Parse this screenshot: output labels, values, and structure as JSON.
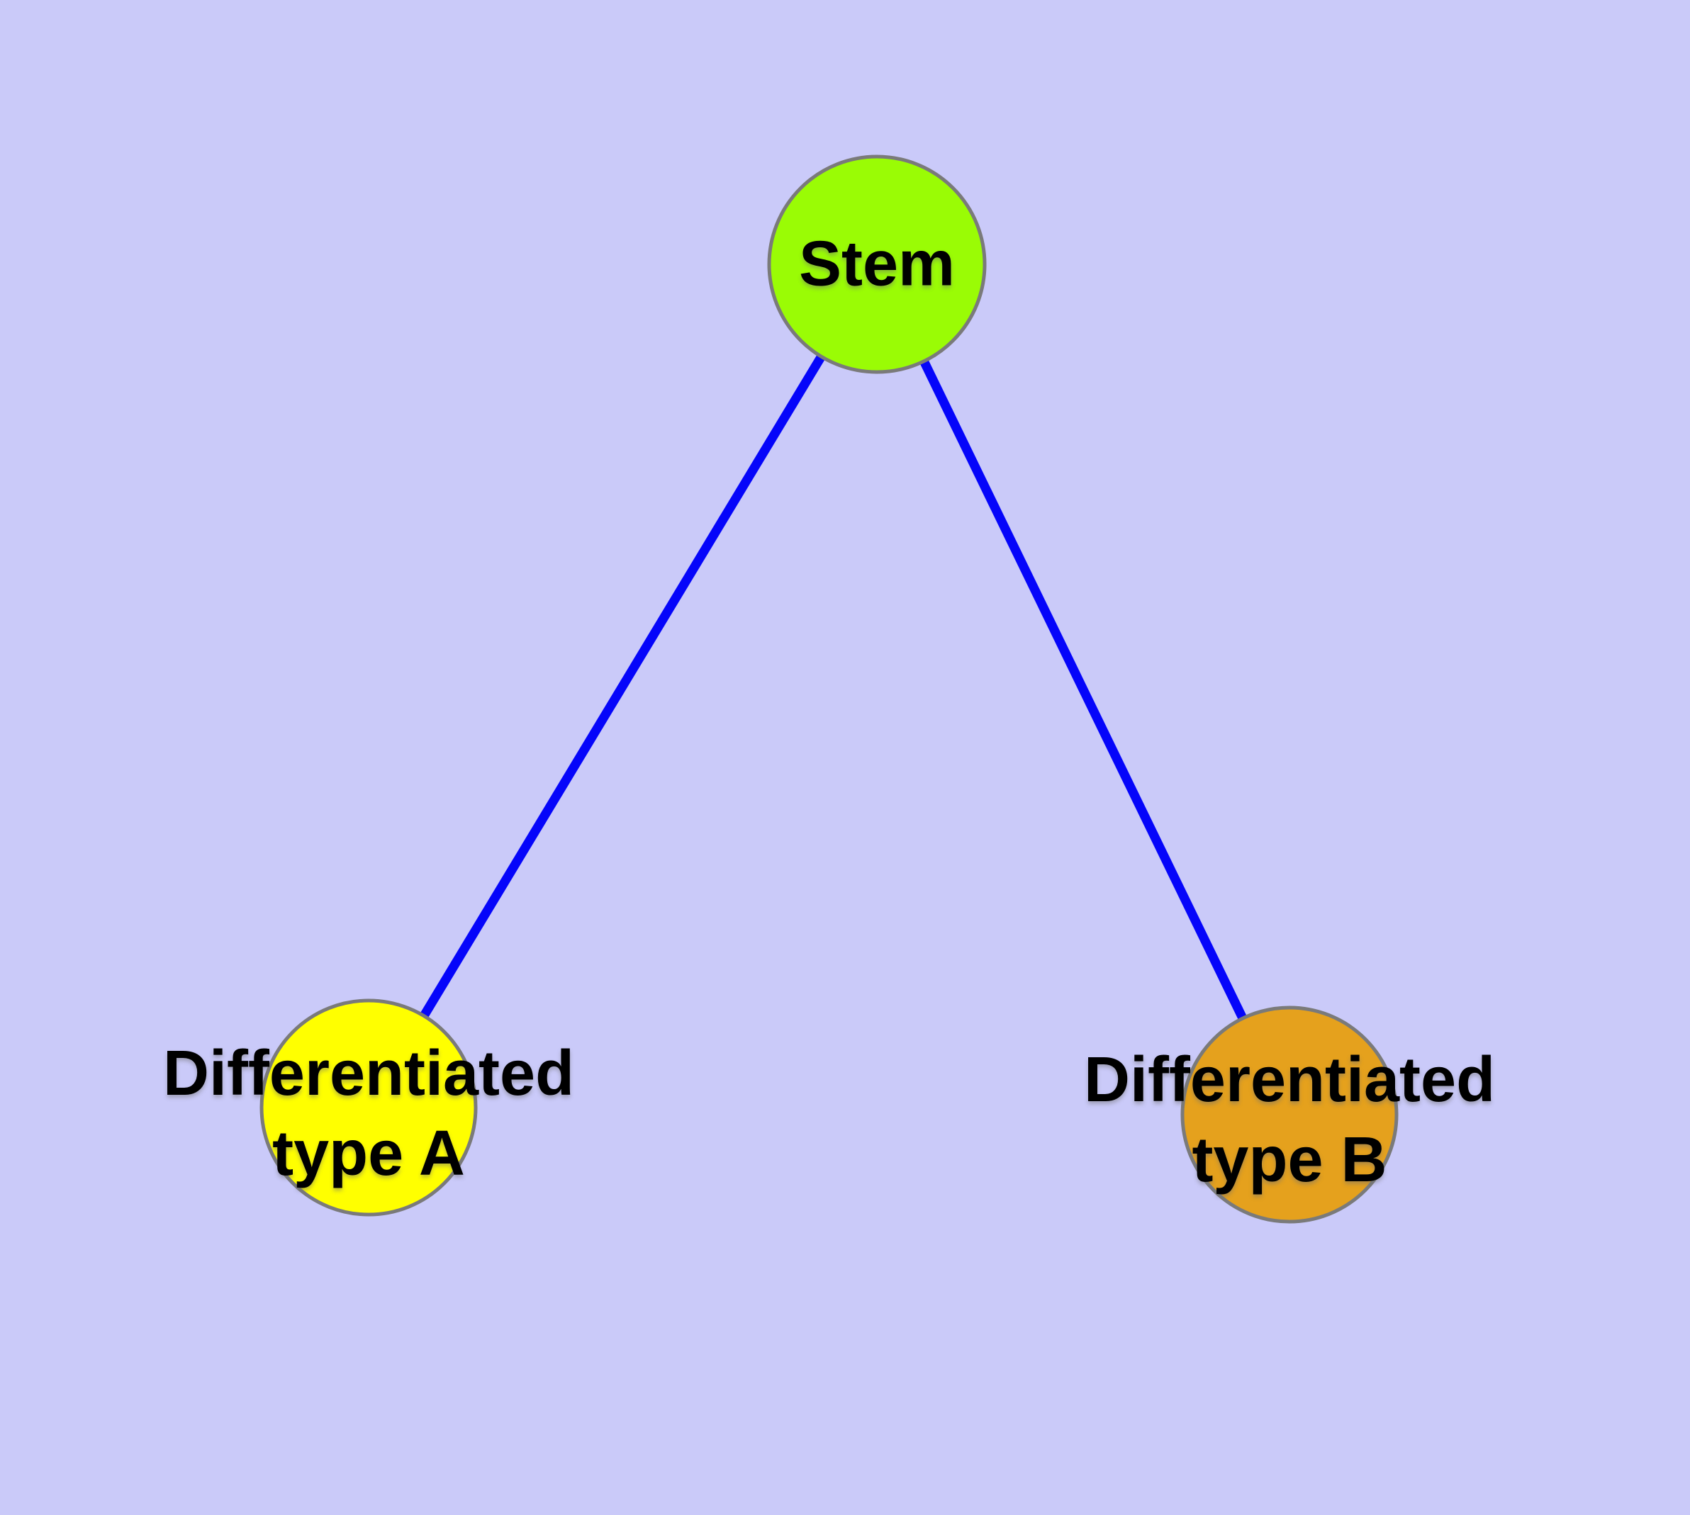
{
  "figure": {
    "type": "node-link-diagram",
    "background_color": "#cacaf9",
    "edge_color": "#0505fa",
    "node_border_color": "#7a7a7a",
    "label_color": "#000000",
    "nodes": [
      {
        "id": "stem",
        "label": "Stem",
        "label_lines": [
          "Stem"
        ],
        "fill_color": "#9afc05"
      },
      {
        "id": "differentiated-type-a",
        "label": "Differentiated type A",
        "label_lines": [
          "Differentiated",
          "type A"
        ],
        "fill_color": "#ffff00"
      },
      {
        "id": "differentiated-type-b",
        "label": "Differentiated type B",
        "label_lines": [
          "Differentiated",
          "type B"
        ],
        "fill_color": "#e5a11d"
      }
    ],
    "edges": [
      {
        "from": "Stem",
        "to": "Differentiated type A"
      },
      {
        "from": "Stem",
        "to": "Differentiated type B"
      }
    ]
  }
}
